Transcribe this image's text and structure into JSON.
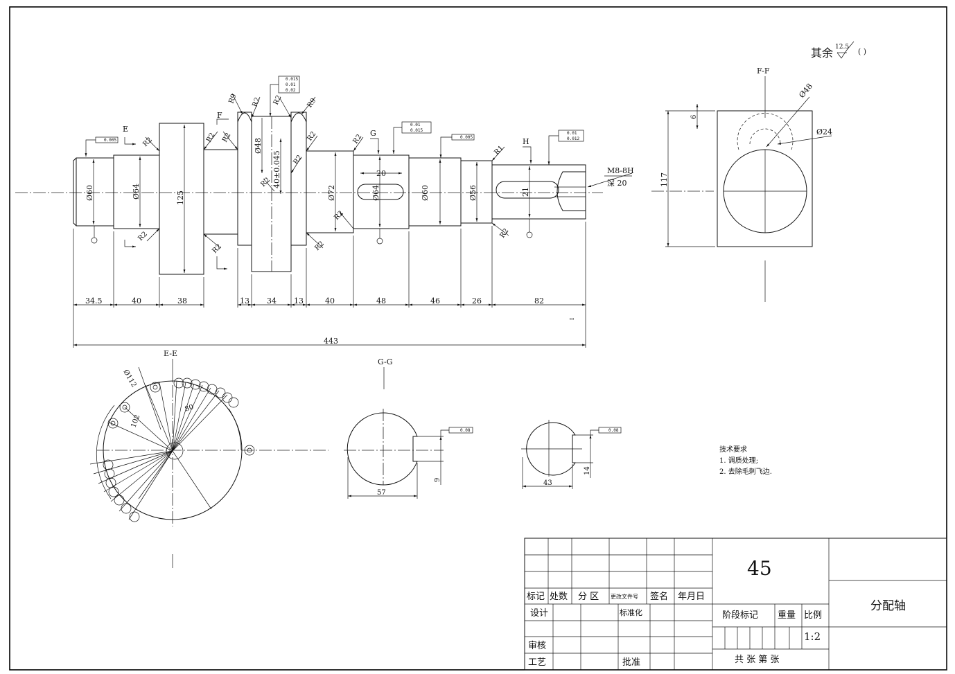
{
  "drawing": {
    "roughness_prefix": "其余",
    "roughness_value": "12.5",
    "roughness_suffix": "( )",
    "section_ff": "F-F",
    "section_ee": "E-E",
    "section_gg": "G-G",
    "view_e": "E",
    "view_f": "F",
    "view_g": "G",
    "view_h": "H"
  },
  "shaft_dims": {
    "segments": [
      "34.5",
      "40",
      "38",
      "13",
      "34",
      "13",
      "40",
      "48",
      "46",
      "26",
      "82"
    ],
    "overall": "443",
    "diameters": [
      "Ø60",
      "Ø64",
      "125",
      "Ø48",
      "40±0.045",
      "Ø72",
      "Ø64",
      "Ø60",
      "Ø56",
      "21"
    ],
    "radii": [
      "R2",
      "R2",
      "R2",
      "R2",
      "R9",
      "R2",
      "R2",
      "R9",
      "R2",
      "R2",
      "R2",
      "R2",
      "R2",
      "R1",
      "R2",
      "R2",
      "R2"
    ],
    "thread": "M8-8H",
    "thread_depth": "深 20",
    "tol_1": "0.005",
    "tol_2": "0.015",
    "tol_3": "0.01",
    "tol_4": "0.02",
    "tol_5": "0.015",
    "tol_6": "0.005",
    "tol_7": "0.01",
    "tol_8": "0.012",
    "note_i": "I"
  },
  "ff_view": {
    "d48": "Ø48",
    "d24": "Ø24",
    "height": "117",
    "top": "6"
  },
  "ee_view": {
    "d112": "Ø112",
    "r102": "102",
    "r80": "80"
  },
  "gg_view": {
    "w57": "57",
    "k9": "9",
    "tol": "0.08"
  },
  "h_view": {
    "w43": "43",
    "k14": "14",
    "tol": "0.08"
  },
  "tech": {
    "title": "技术要求",
    "line1": "1. 调质处理;",
    "line2": "2. 去除毛刺飞边."
  },
  "title_block": {
    "material": "45",
    "part_name": "分配轴",
    "col_mark": "标记",
    "col_count": "处数",
    "col_zone": "分 区",
    "col_doc": "更改文件号",
    "col_sign": "签名",
    "col_date": "年月日",
    "design": "设计",
    "standard": "标准化",
    "review": "审核",
    "process": "工艺",
    "approve": "批准",
    "stage": "阶段标记",
    "weight": "重量",
    "ratio_label": "比例",
    "ratio": "1:2",
    "sheets": "共  张   第 张"
  }
}
